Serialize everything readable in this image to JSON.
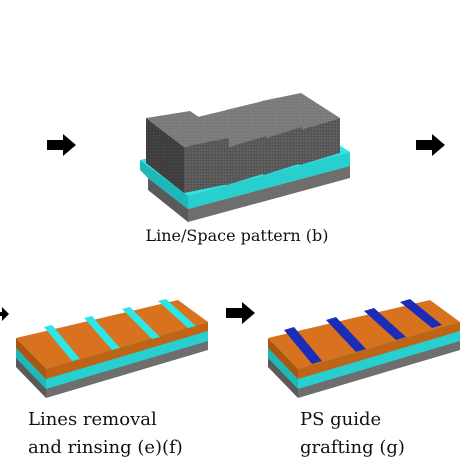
{
  "captions": {
    "line_space": "Line/Space pattern (b)",
    "removal_line1": "Lines removal",
    "removal_line2": "and rinsing (e)(f)",
    "guide_line1": "PS guide",
    "guide_line2": "grafting (g)"
  },
  "colors": {
    "substrate": "#6e6e6e",
    "underlayer": "#2ee6e6",
    "resist_line": "#575757",
    "orange_film": "#d8721e",
    "ps_guide": "#1b2db8",
    "arrow": "#000000"
  },
  "icons": [
    "arrow-right-icon",
    "arrow-right-icon",
    "arrow-right-icon",
    "arrow-right-icon"
  ]
}
